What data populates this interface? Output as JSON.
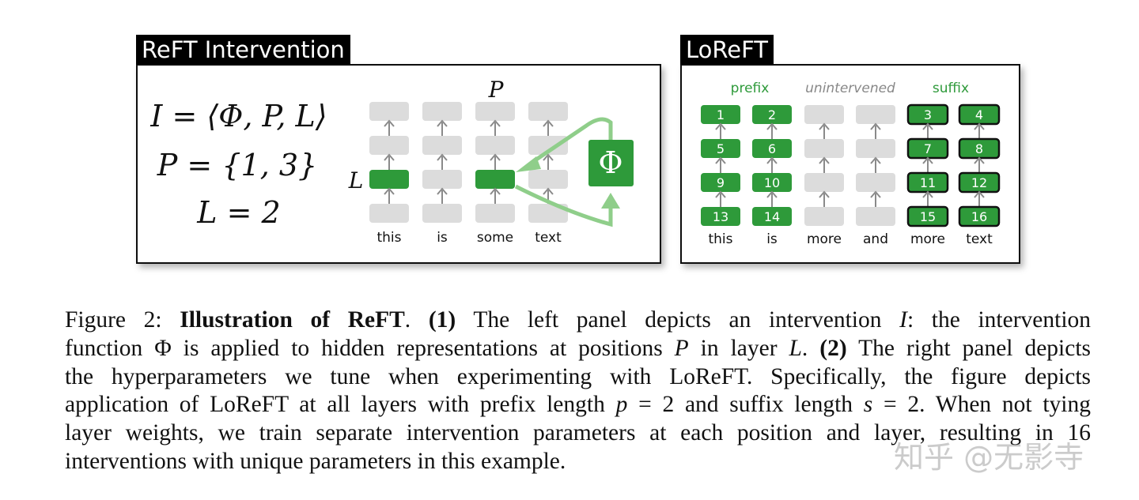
{
  "left_panel": {
    "title": "ReFT Intervention",
    "formula_1": "I = ⟨Φ, P, L⟩",
    "formula_2": "P = {1, 3}",
    "formula_3": "L = 2",
    "p_label": "P",
    "l_label": "L",
    "phi_label": "Φ",
    "tokens": [
      "this",
      "is",
      "some",
      "text"
    ]
  },
  "right_panel": {
    "title": "LoReFT",
    "group_prefix": "prefix",
    "group_unintervened": "unintervened",
    "group_suffix": "suffix",
    "tokens": [
      "this",
      "is",
      "more",
      "and",
      "more",
      "text"
    ],
    "prefix_numbers": [
      [
        "1",
        "2"
      ],
      [
        "5",
        "6"
      ],
      [
        "9",
        "10"
      ],
      [
        "13",
        "14"
      ]
    ],
    "suffix_numbers": [
      [
        "3",
        "4"
      ],
      [
        "7",
        "8"
      ],
      [
        "11",
        "12"
      ],
      [
        "15",
        "16"
      ]
    ]
  },
  "caption": {
    "figure_label": "Figure 2:",
    "title": "Illustration of ReFT",
    "l1_a": ". ",
    "l1_b": "(1)",
    "l1_c": " The left panel depicts an intervention ",
    "l1_d": "I",
    "l1_e": ": the intervention",
    "l2_a": "function Φ is applied to hidden representations at positions ",
    "l2_b": "P",
    "l2_c": " in layer ",
    "l2_d": "L",
    "l2_e": ". ",
    "l2_f": "(2)",
    "l2_g": " The right panel depicts",
    "l3": "the hyperparameters we tune when experimenting with LoReFT. Specifically, the figure depicts",
    "l4_a": "application of LoReFT at all layers with prefix length ",
    "l4_b": "p",
    "l4_c": " = 2 and suffix length ",
    "l4_d": "s",
    "l4_e": " = 2. When not tying",
    "l5": "layer weights, we train separate intervention parameters at each position and layer, resulting in 16",
    "l6": "interventions with unique parameters in this example."
  },
  "watermark": "知乎 @无影寺",
  "colors": {
    "green": "#2e9a3a",
    "light_green": "#8fce8a",
    "gray_box": "#dcdcdc",
    "arrow_gray": "#8a8a8a",
    "text_green": "#2e9a3a",
    "text_gray": "#888888"
  }
}
